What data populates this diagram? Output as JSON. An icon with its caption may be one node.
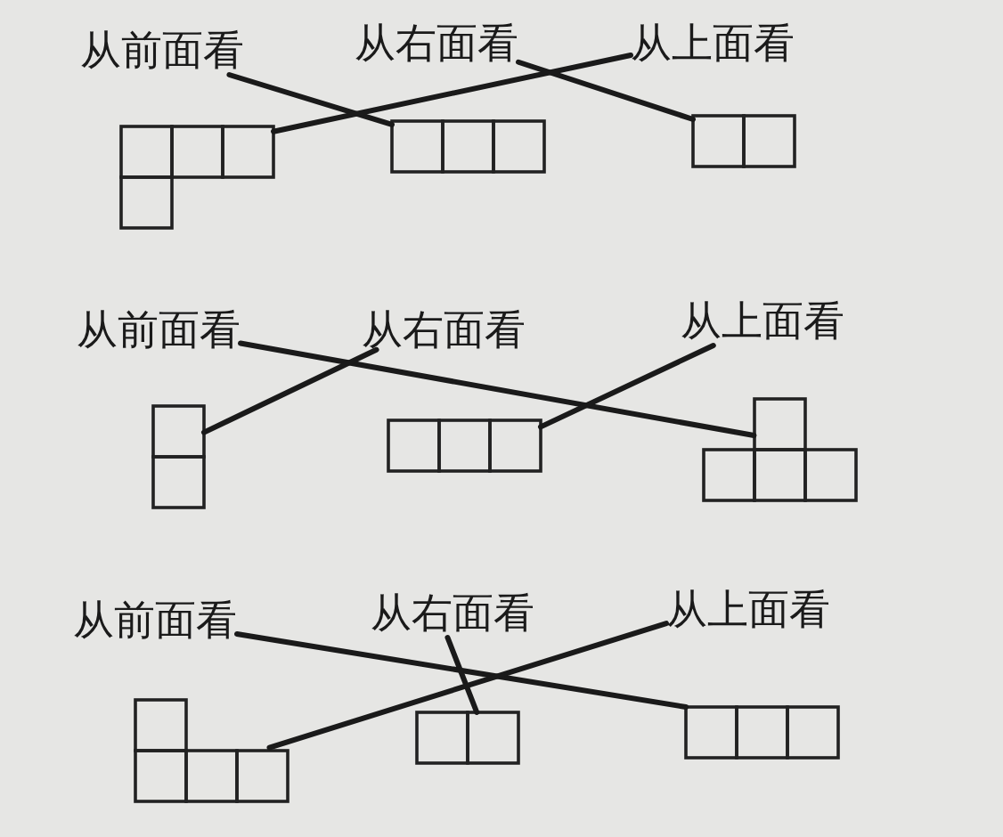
{
  "diagram": {
    "nodes": [
      {
        "text": [
          "从前面看"
        ]
      },
      {
        "text": [
          "从右面看"
        ]
      },
      {
        "text": [
          "从上面看"
        ]
      },
      {
        "text": [],
        "shape": "box"
      },
      {
        "text": [],
        "shape": "box"
      },
      {
        "text": [],
        "shape": "box"
      },
      {
        "text": [
          "从前面看"
        ]
      },
      {
        "text": [
          "从右面看"
        ]
      },
      {
        "text": [
          "从上面看"
        ]
      },
      {
        "text": [],
        "shape": "box"
      },
      {
        "text": [],
        "shape": "box"
      },
      {
        "text": [],
        "shape": "box"
      },
      {
        "text": [
          "从前面看"
        ]
      },
      {
        "text": [
          "从右面看"
        ]
      },
      {
        "text": [
          "从上面看"
        ]
      },
      {
        "text": [],
        "shape": "box"
      },
      {
        "text": [],
        "shape": "box"
      },
      {
        "text": [],
        "shape": "box"
      }
    ],
    "edges": [
      {
        "from": 0,
        "to": 4,
        "arrow": "none"
      },
      {
        "from": 1,
        "to": 5,
        "arrow": "none"
      },
      {
        "from": 2,
        "to": 3,
        "arrow": "none"
      },
      {
        "from": 6,
        "to": 11,
        "arrow": "none"
      },
      {
        "from": 7,
        "to": 9,
        "arrow": "none"
      },
      {
        "from": 8,
        "to": 10,
        "arrow": "none"
      },
      {
        "from": 12,
        "to": 17,
        "arrow": "none"
      },
      {
        "from": 13,
        "to": 16,
        "arrow": "none"
      },
      {
        "from": 14,
        "to": 15,
        "arrow": "none"
      }
    ]
  }
}
